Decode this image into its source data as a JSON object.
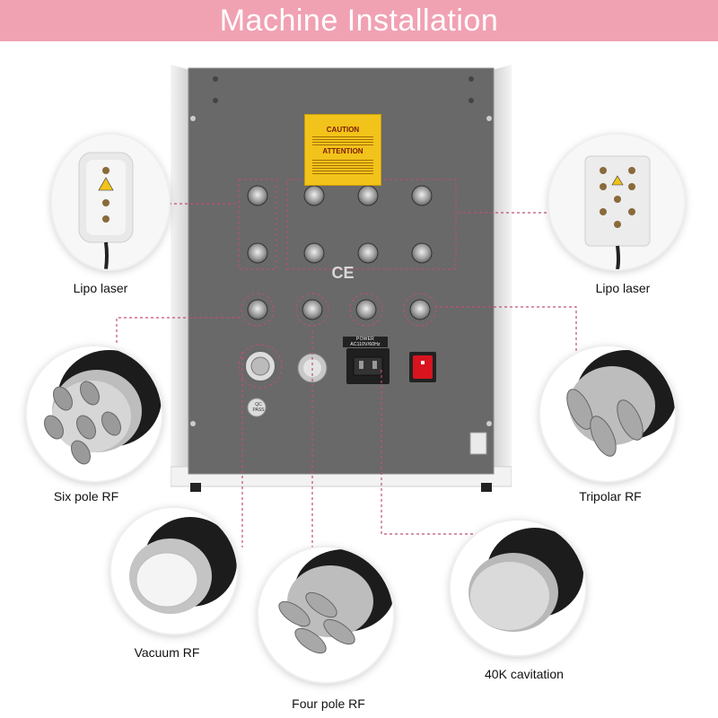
{
  "banner": {
    "title": "Machine Installation",
    "color": "#f0a2b3"
  },
  "panel": {
    "ce_mark": "CE",
    "caution_label": "CAUTION",
    "attention_label": "ATTENTION",
    "power_label": "POWER AC110V/60Hz",
    "qc_label": "QC PASS"
  },
  "accessories": [
    {
      "id": "lipo-laser-left",
      "label": "Lipo laser"
    },
    {
      "id": "lipo-laser-right",
      "label": "Lipo laser"
    },
    {
      "id": "six-pole-rf",
      "label": "Six pole RF"
    },
    {
      "id": "tripolar-rf",
      "label": "Tripolar RF"
    },
    {
      "id": "vacuum-rf",
      "label": "Vacuum RF"
    },
    {
      "id": "four-pole-rf",
      "label": "Four pole RF"
    },
    {
      "id": "cavitation-40k",
      "label": "40K cavitation"
    }
  ],
  "colors": {
    "connector_line": "#c0506e",
    "panel": "#6b6b6b",
    "switch": "#d8141e"
  }
}
